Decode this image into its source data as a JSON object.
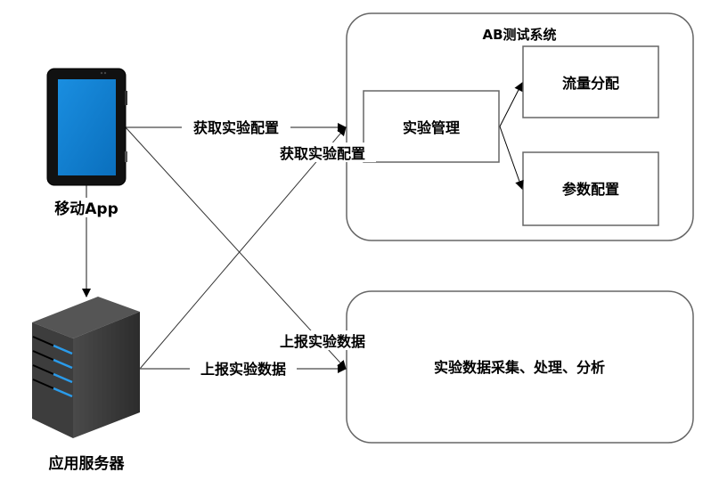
{
  "nodes": {
    "mobile_app": {
      "label": "移动App"
    },
    "app_server": {
      "label": "应用服务器"
    },
    "ab_system": {
      "title": "AB测试系统",
      "experiment_management": "实验管理",
      "traffic_allocation": "流量分配",
      "parameter_config": "参数配置"
    },
    "data_pipeline": {
      "label": "实验数据采集、处理、分析"
    }
  },
  "edges": {
    "mobile_get_config": "获取实验配置",
    "server_get_config": "获取实验配置",
    "mobile_report_data": "上报实验数据",
    "server_report_data": "上报实验数据"
  },
  "colors": {
    "line": "#666666",
    "tablet_screen": "#0a7ccf",
    "server_body": "#3a3a3a",
    "server_led": "#2a9bea"
  }
}
